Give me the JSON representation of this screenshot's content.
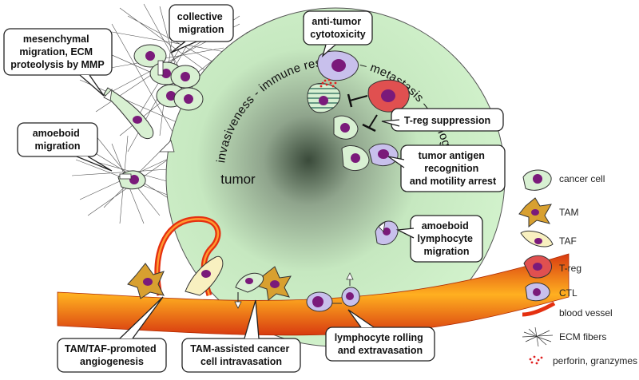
{
  "tumor_label": "tumor",
  "ring_text": "invasiveness - immune response – metastasis – angiogenesis",
  "callouts": {
    "mesenchymal": [
      "mesenchymal",
      "migration, ECM",
      "proteolysis by MMP"
    ],
    "collective": [
      "collective",
      "migration"
    ],
    "antitumor": [
      "anti-tumor",
      "cytotoxicity"
    ],
    "amoeboid": [
      "amoeboid",
      "migration"
    ],
    "treg": [
      "T-reg suppression"
    ],
    "antigen": [
      "tumor antigen",
      "recognition",
      "and motility arrest"
    ],
    "amoeboid_lymph": [
      "amoeboid",
      "lymphocyte",
      "migration"
    ],
    "angiogenesis": [
      "TAM/TAF-promoted",
      "angiogenesis"
    ],
    "intravasation": [
      "TAM-assisted cancer",
      "cell intravasation"
    ],
    "rolling": [
      "lymphocyte rolling",
      "and extravasation"
    ]
  },
  "legend": [
    {
      "label": "cancer cell",
      "icon": "cancer-cell-icon"
    },
    {
      "label": "TAM",
      "icon": "tam-icon"
    },
    {
      "label": "TAF",
      "icon": "taf-icon"
    },
    {
      "label": "T-reg",
      "icon": "treg-icon"
    },
    {
      "label": "CTL",
      "icon": "ctl-icon"
    },
    {
      "label": "blood vessel",
      "icon": "blood-vessel-icon"
    },
    {
      "label": "ECM fibers",
      "icon": "ecm-fibers-icon"
    },
    {
      "label": "perforin, granzymes",
      "icon": "perforin-icon"
    }
  ],
  "colors": {
    "tumor_fill": "#cdeec8",
    "cancer_cell": "#d8f0d2",
    "nucleus": "#7a1a7a",
    "tam": "#d8a030",
    "taf": "#f8f0c0",
    "treg": "#e05050",
    "ctl": "#c8c0ec",
    "vessel": "#e85010"
  }
}
